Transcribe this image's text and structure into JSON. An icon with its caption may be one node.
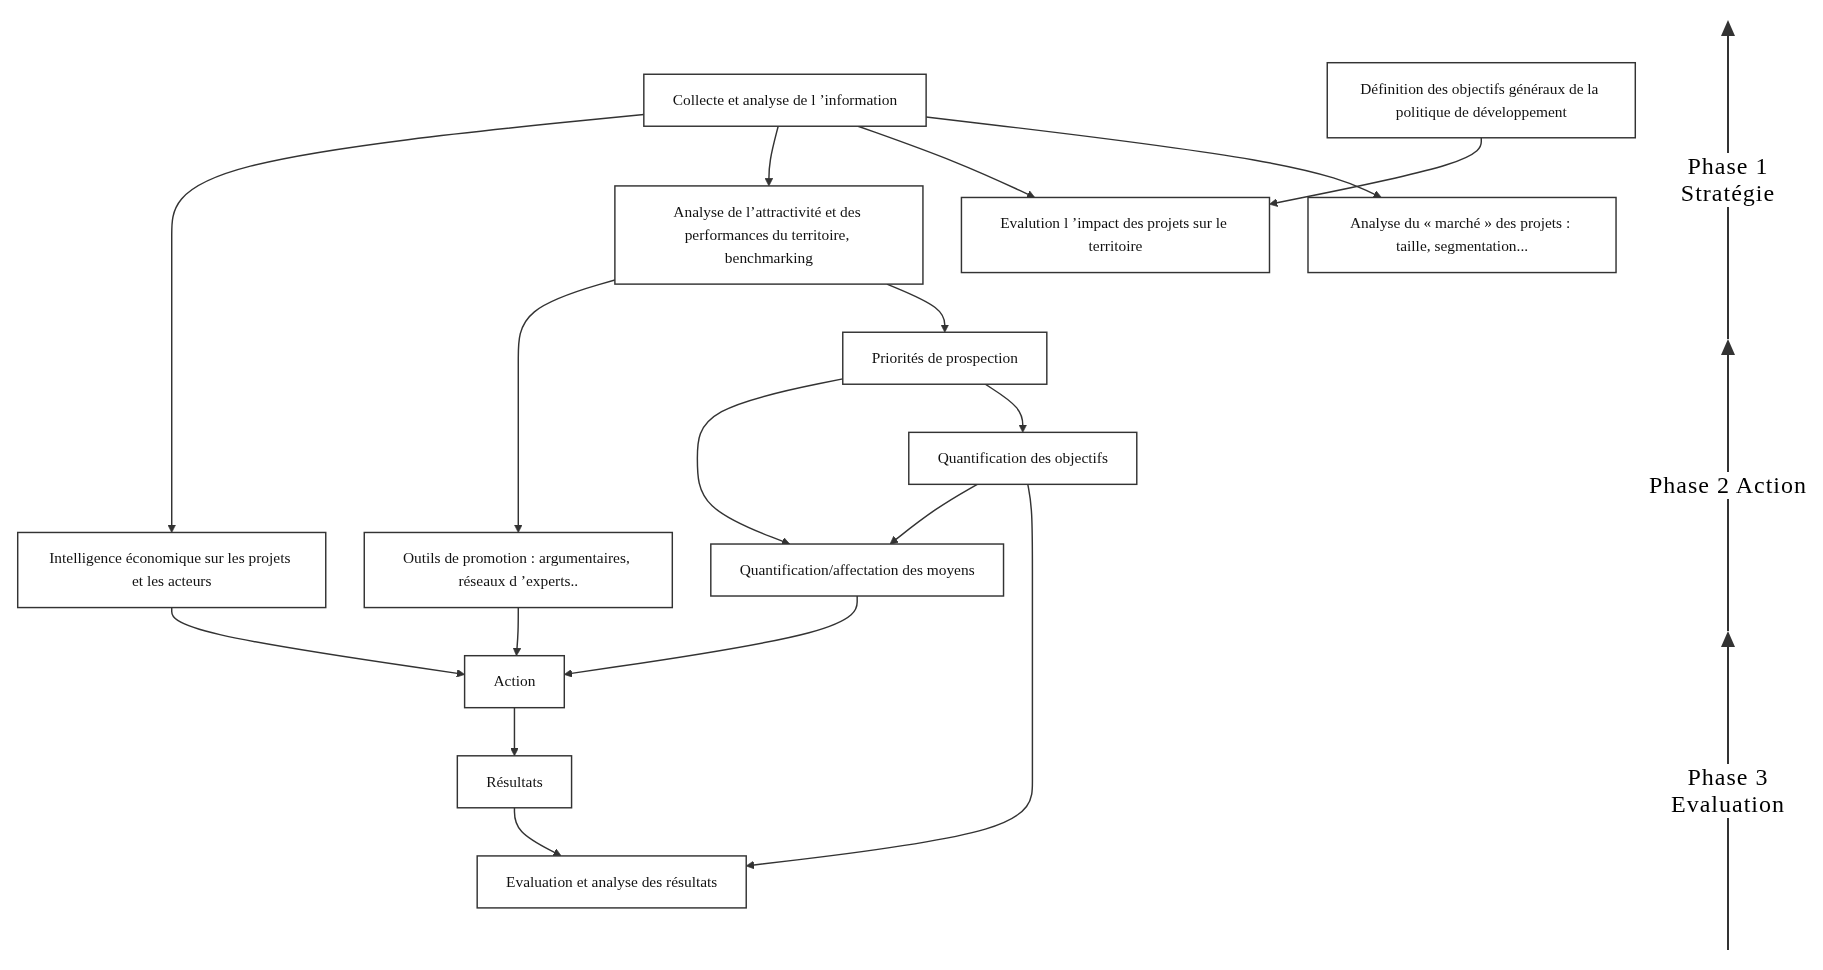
{
  "diagram": {
    "nodes": [
      {
        "text": [
          "Collecte et analyse de l ’information"
        ]
      },
      {
        "text": [
          "Intelligence économique sur les projets et les acteurs"
        ]
      },
      {
        "text": [
          "Analyse de l’attractivité et des performances du territoire, benchmarking"
        ]
      },
      {
        "text": [
          "Définition des objectifs généraux de la politique de développement"
        ]
      },
      {
        "text": [
          "Evalution l ’impact des projets sur le territoire"
        ]
      },
      {
        "text": [
          "Analyse du « marché » des projets : taille, segmentation..."
        ]
      },
      {
        "text": [
          "Outils de promotion : argumentaires, réseaux d ’experts.."
        ]
      },
      {
        "text": [
          "Priorités de prospection"
        ]
      },
      {
        "text": [
          "Quantification/affectation des moyens"
        ]
      },
      {
        "text": [
          "Quantification des objectifs"
        ]
      },
      {
        "text": [
          "Action"
        ]
      },
      {
        "text": [
          "Résultats"
        ]
      },
      {
        "text": [
          "Evaluation et analyse des résultats"
        ]
      }
    ],
    "edges": [
      {
        "from": 0,
        "to": 1,
        "arrow": "to"
      },
      {
        "from": 0,
        "to": 2,
        "arrow": "to"
      },
      {
        "from": 0,
        "to": 4,
        "arrow": "to"
      },
      {
        "from": 0,
        "to": 5,
        "arrow": "to"
      },
      {
        "from": 3,
        "to": 4,
        "arrow": "to"
      },
      {
        "from": 2,
        "to": 6,
        "arrow": "to"
      },
      {
        "from": 2,
        "to": 7,
        "arrow": "to"
      },
      {
        "from": 7,
        "to": 8,
        "arrow": "to"
      },
      {
        "from": 7,
        "to": 9,
        "arrow": "to"
      },
      {
        "from": 9,
        "to": 8,
        "arrow": "to"
      },
      {
        "from": 8,
        "to": 10,
        "arrow": "to"
      },
      {
        "from": 6,
        "to": 10,
        "arrow": "to"
      },
      {
        "from": 1,
        "to": 10,
        "arrow": "to"
      },
      {
        "from": 10,
        "to": 11,
        "arrow": "to"
      },
      {
        "from": 11,
        "to": 12,
        "arrow": "to"
      },
      {
        "from": 9,
        "to": 12,
        "arrow": "to"
      }
    ],
    "labels": [
      "Phase 1 Stratégie",
      "Phase 2 Action",
      "Phase 3 Evaluation"
    ]
  }
}
